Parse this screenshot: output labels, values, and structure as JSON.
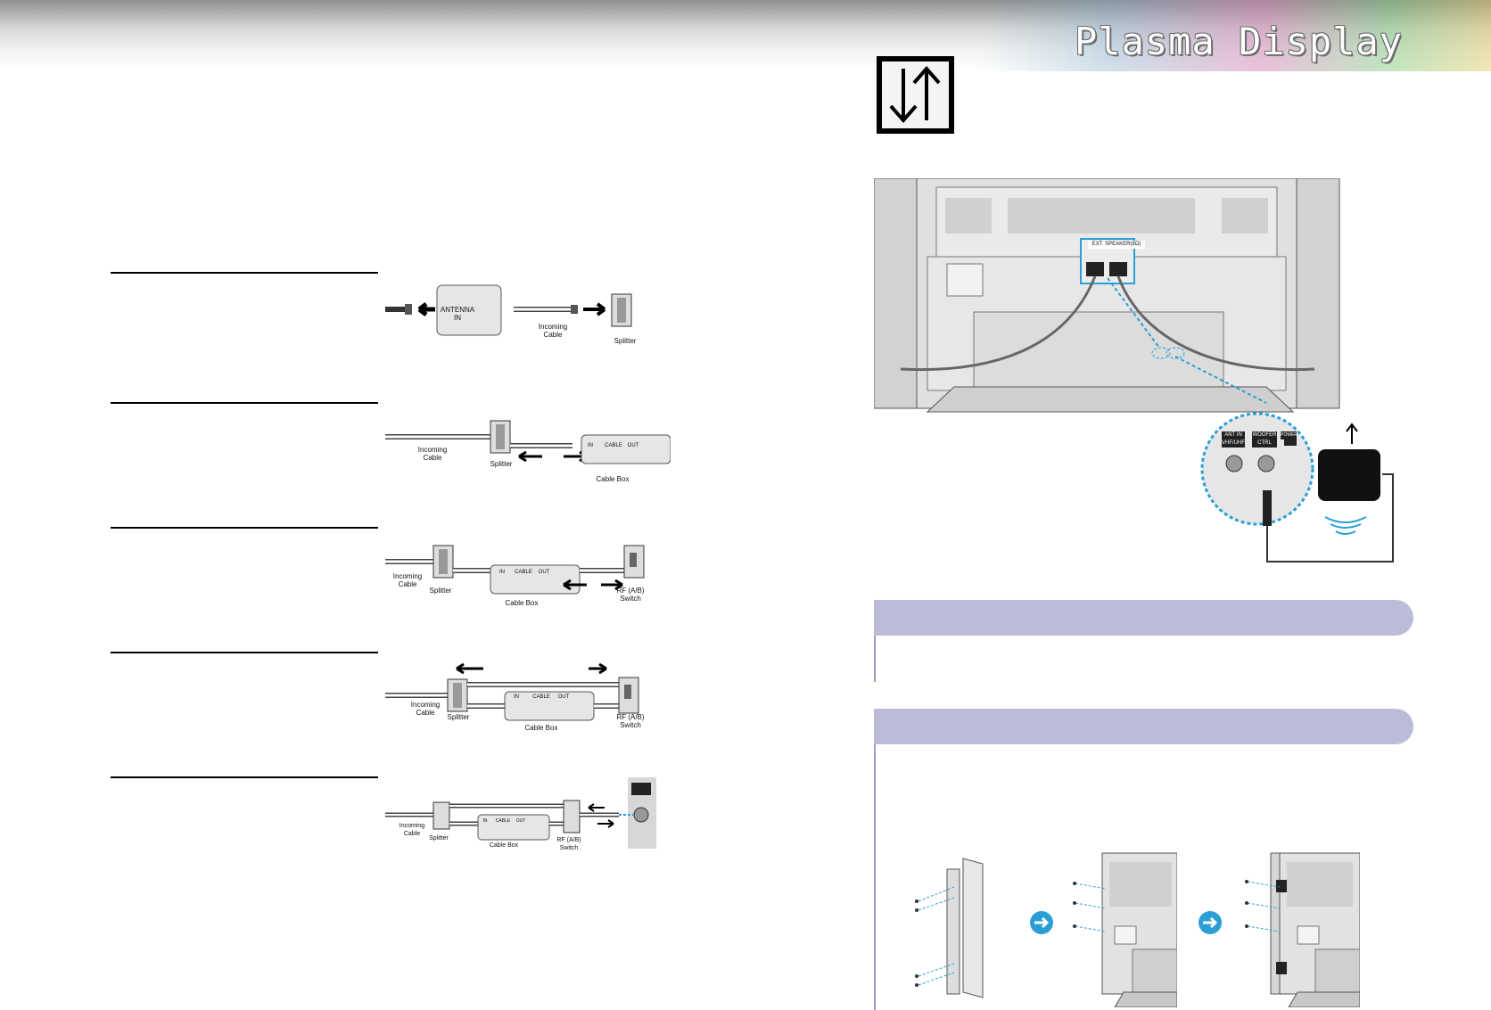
{
  "header": {
    "title": "Plasma Display"
  },
  "diagrams": {
    "d1": {
      "antenna_in": "ANTENNA\nIN",
      "incoming_cable": "Incoming\nCable",
      "splitter": "Splitter"
    },
    "d2": {
      "incoming_cable": "Incoming\nCable",
      "splitter": "Splitter",
      "in": "IN",
      "cable": "CABLE",
      "out": "OUT",
      "cable_box": "Cable Box"
    },
    "d3": {
      "incoming_cable": "Incoming\nCable",
      "splitter": "Splitter",
      "in": "IN",
      "cable": "CABLE",
      "out": "OUT",
      "cable_box": "Cable Box",
      "rf_switch": "RF (A/B)\nSwitch"
    },
    "d4": {
      "incoming_cable": "Incoming\nCable",
      "splitter": "Splitter",
      "in": "IN",
      "cable": "CABLE",
      "out": "OUT",
      "cable_box": "Cable Box",
      "rf_switch": "RF (A/B)\nSwitch"
    },
    "d5": {
      "incoming_cable": "Incoming\nCable",
      "splitter": "Splitter",
      "in": "IN",
      "cable": "CABLE",
      "out": "OUT",
      "cable_box": "Cable Box",
      "rf_switch": "RF (A/B)\nSwitch"
    }
  },
  "rear_panel": {
    "ext_speaker": "EXT. SPEAKER(8Ω)",
    "ant_in": "ANT IN\nVHF/UHF",
    "woofer": "WOOFER\nCTRL",
    "power": "POWER"
  },
  "colors": {
    "accent_bar": "#bcbcd8",
    "connector_blue": "#2a9fd6"
  }
}
